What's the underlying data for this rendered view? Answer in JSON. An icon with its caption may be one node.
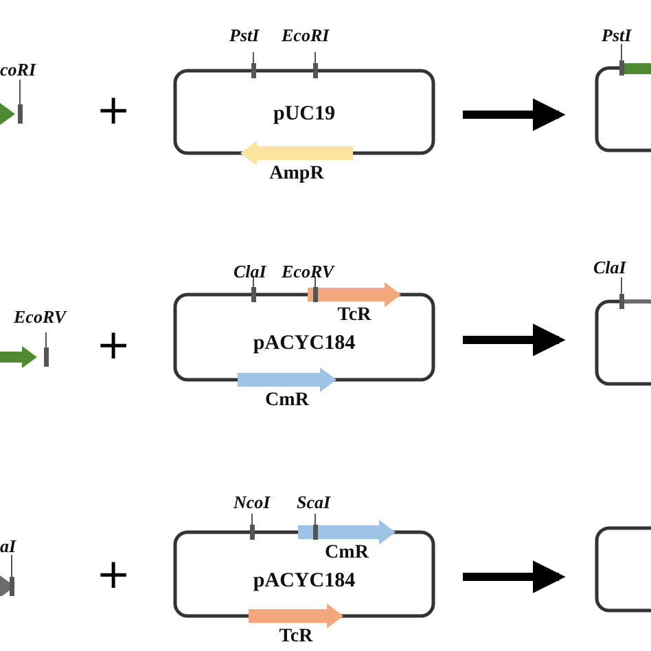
{
  "diagram": {
    "nodes": [
      {
        "text": [],
        "shape": "arrow",
        "beside": [
          "coRI"
        ]
      },
      {
        "text": [
          "pUC19"
        ],
        "beside": [
          "PstI",
          "EcoRI"
        ]
      },
      {
        "text": [],
        "shape": "box",
        "beside": [
          "PstI"
        ]
      },
      {
        "text": [],
        "shape": "arrow",
        "beside": [
          "EcoRV"
        ]
      },
      {
        "text": [
          "pACYC184"
        ],
        "beside": [
          "ClaI",
          "EcoRV"
        ]
      },
      {
        "text": [],
        "shape": "box",
        "beside": [
          "ClaI"
        ]
      },
      {
        "text": [],
        "shape": "arrow",
        "beside": [
          "aI"
        ]
      },
      {
        "text": [
          "pACYC184"
        ],
        "beside": [
          "NcoI",
          "ScaI"
        ]
      },
      {
        "text": [],
        "shape": "box"
      }
    ],
    "edges": [
      {
        "from": 1,
        "to": 2,
        "arrow": "to"
      },
      {
        "from": 4,
        "to": 5,
        "arrow": "to"
      },
      {
        "from": 7,
        "to": 8,
        "arrow": "to"
      }
    ],
    "labels": [
      "+",
      "AmpR",
      "TcR",
      "+",
      "CmR",
      "CmR",
      "+",
      "TcR"
    ]
  }
}
